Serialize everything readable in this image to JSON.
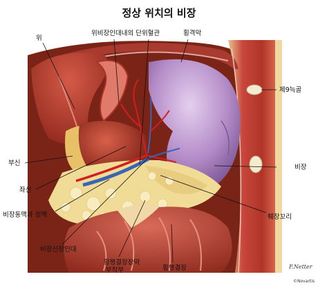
{
  "title": "정상 위치의 비장",
  "labels": {
    "wi": "위",
    "gastrosplenic": "위비장인대내의 단위혈관",
    "diaphragm": "횡격막",
    "rib9": "제9늑골",
    "adrenal": "부신",
    "kidney": "좌신",
    "splenic_vessels": "비장동맥과 정맥",
    "spleen": "비장",
    "pancreas_tail": "췌장꼬리",
    "splenorenal": "비장신장인대",
    "mesocolon_line1": "횡행결장장막",
    "mesocolon_line2": "부착부",
    "colon": "횡행결장"
  },
  "signature": "F.Netter",
  "copyright": "©Novartis",
  "colors": {
    "spleen": "#b48cc8",
    "muscle": "#c8463c",
    "organ": "#b4322a",
    "fat": "#f0dc96",
    "artery": "#d21e1e",
    "vein": "#3c64b4"
  }
}
